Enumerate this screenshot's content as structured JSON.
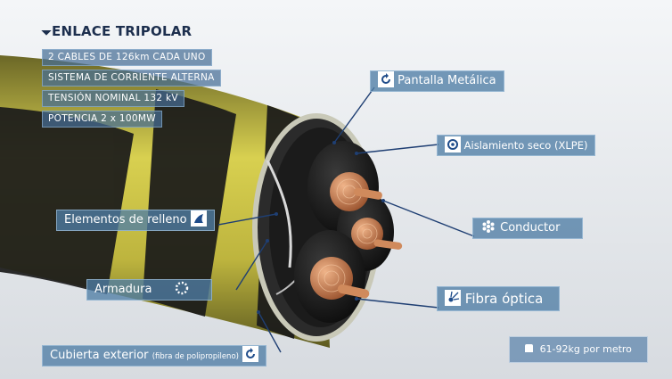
{
  "title": "ENLACE TRIPOLAR",
  "specs": [
    "2 CABLES DE 126km CADA UNO",
    "SISTEMA DE CORRIENTE ALTERNA",
    "TENSIÓN NOMINAL 132 kV",
    "POTENCIA 2 x 100MW"
  ],
  "labels": {
    "pantalla": "Pantalla Metálica",
    "aislamiento": "Aislamiento seco (XLPE)",
    "conductor": "Conductor",
    "fibra": "Fibra óptica",
    "relleno": "Elementos de relleno",
    "armadura": "Armadura",
    "cubierta": "Cubierta exterior",
    "cubierta_note": "(fibra de polipropileno)"
  },
  "weight": "61-92kg por metro",
  "icons": {
    "pantalla": "screen-arc-icon",
    "aislamiento": "insulation-ring-icon",
    "conductor": "conductor-strands-icon",
    "fibra": "fiber-optic-burst-icon",
    "relleno": "filler-element-icon",
    "armadura": "armor-dotted-ring-icon",
    "cubierta": "outer-sheath-arc-icon",
    "weight": "weight-icon"
  },
  "colors": {
    "accent": "#1d2f4e",
    "label_bg": "#507da5",
    "cable_yellow": "#d9cf4a",
    "copper": "#c8774a"
  }
}
